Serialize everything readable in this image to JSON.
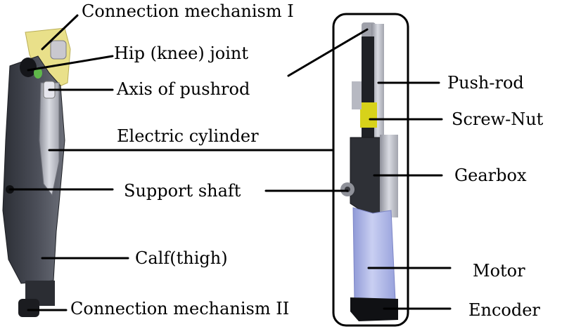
{
  "labels": {
    "connection_mechanism_1": "Connection mechanism I",
    "hip_knee_joint": "Hip (knee)  joint",
    "axis_of_pushrod": "Axis of pushrod",
    "electric_cylinder": "Electric cylinder",
    "support_shaft": "Support shaft",
    "calf_thigh": "Calf(thigh)",
    "connection_mechanism_2": "Connection mechanism II",
    "push_rod": "Push-rod",
    "screw_nut": "Screw-Nut",
    "gearbox": "Gearbox",
    "motor": "Motor",
    "encoder": "Encoder"
  },
  "colors": {
    "bracket_yellow": "#e9e08a",
    "shell_dark": "#3c3f47",
    "shell_light": "#b9bbc4",
    "rod_dark": "#1f2126",
    "motor_blue": "#aab3e6",
    "screw_yellow": "#d7d21a",
    "line": "#000000"
  }
}
